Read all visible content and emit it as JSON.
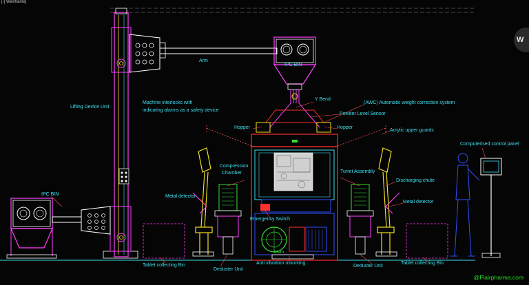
{
  "viewport_tab": "[-] Wireframe]",
  "labels": {
    "ipc_bin_top": "IPC BIN",
    "arm": "Arm",
    "lifting_device_unit": "Lifting Device Unit",
    "machine_interlocks_1": "Machine interlocks with",
    "machine_interlocks_2": "indicating alarms as a safety device",
    "y_bend": "Y Bend",
    "powder_level_sensor": "Powder Level Sensor",
    "awc": "(AWC) Automatic weight correction system",
    "hopper_left": "Hopper",
    "hopper_right": "Hopper",
    "acrylic_upper_guards": "Acrylic upper guards",
    "computerised_control_panel": "Computerised control panel",
    "compression_chamber_1": "Compression",
    "compression_chamber_2": "Chamber",
    "turret_assembly": "Turret Assembly",
    "discharging_chute": "Discharging chute",
    "ipc_bin_left": "IPC BIN",
    "metal_detector_left": "Metal detector",
    "metal_detector_right": "Metal detector",
    "emergency_switch": "Emergency Switch",
    "anti_vibration_mounting": "Anti vibration mounting",
    "tablet_collecting_bin_left": "Tablet collecting Bin",
    "tablet_collecting_bin_right": "Tablet collecting Bin",
    "deduster_unit_left": "Deduster Unit",
    "deduster_unit_right": "Deduster Unit",
    "main": "Main"
  },
  "watermark": "@Flairpharma.com",
  "viewcube_letter": "W",
  "colors": {
    "background": "#050505",
    "label": "#3fe0f0",
    "frame": "#ff3030",
    "structure_pink": "#ff40ff",
    "leader": "#ff5050",
    "yellow": "#f0e020",
    "green": "#30e030",
    "blue": "#3050ff",
    "watermark": "#1ee81e"
  }
}
